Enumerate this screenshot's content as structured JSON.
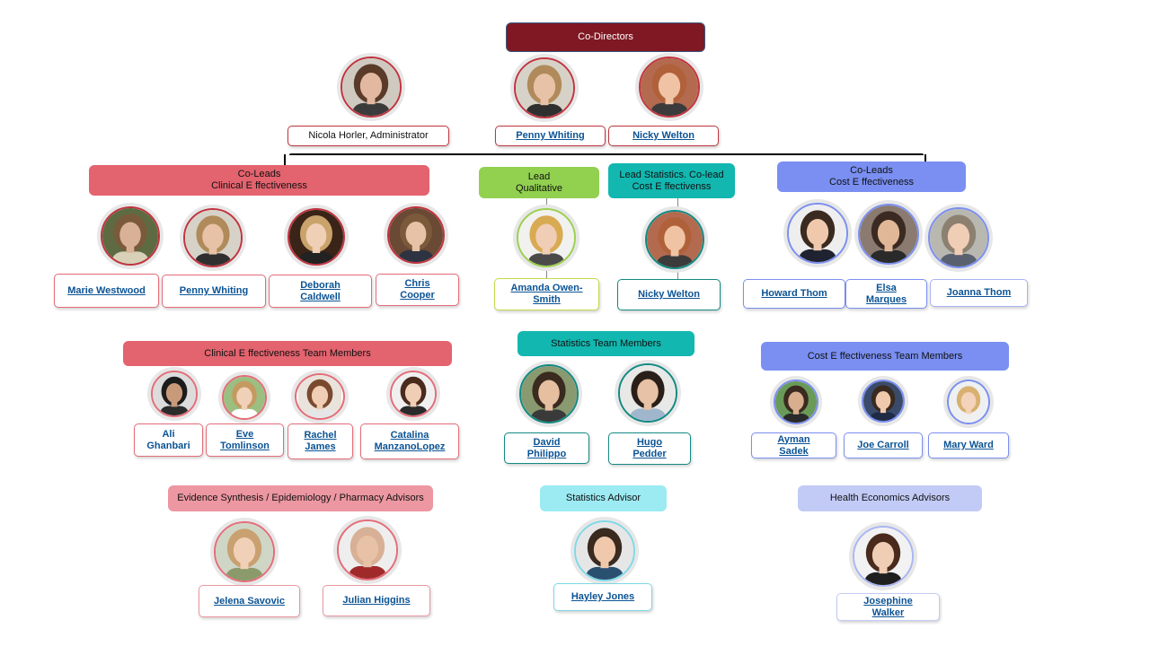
{
  "colors": {
    "co_directors": "#7f1823",
    "clinical": "#e3636e",
    "qualitative": "#92d050",
    "statistics": "#12b7b0",
    "cost": "#7a8ff1",
    "evidence_advisors": "#ec97a1",
    "stats_advisor": "#9ceaf2",
    "health_advisors": "#c2cbf6"
  },
  "headers": {
    "co_directors": "Co-Directors",
    "clinical_leads": [
      "Co-Leads",
      "Clinical E ffectiveness"
    ],
    "qualitative_lead": [
      "Lead",
      "Qualitative"
    ],
    "stats_lead": [
      "Lead Statistics. Co-lead",
      "Cost E ffectivenss"
    ],
    "cost_leads": [
      "Co-Leads",
      "Cost E ffectiveness"
    ],
    "clinical_team": "Clinical E ffectiveness Team Members",
    "stats_team": "Statistics Team Members",
    "cost_team": "Cost E ffectiveness Team Members",
    "evidence_advisors": "Evidence Synthesis / Epidemiology / Pharmacy Advisors",
    "stats_advisor": "Statistics Advisor",
    "health_advisors": "Health Economics Advisors"
  },
  "people": {
    "administrator": [
      "Nicola Horler, Administrator"
    ],
    "co_director_1": [
      "Penny Whiting"
    ],
    "co_director_2": [
      "Nicky Welton"
    ],
    "clinical_lead_1": [
      "Marie Westwood"
    ],
    "clinical_lead_2": [
      "Penny Whiting"
    ],
    "clinical_lead_3": [
      "Deborah",
      "Caldwell"
    ],
    "clinical_lead_4": [
      "Chris",
      "Cooper"
    ],
    "qualitative_lead": [
      "Amanda Owen-",
      "Smith"
    ],
    "stats_lead": [
      "Nicky Welton"
    ],
    "cost_lead_1": [
      "Howard Thom"
    ],
    "cost_lead_2": [
      "Elsa",
      "Marques"
    ],
    "cost_lead_3": [
      "Joanna Thom"
    ],
    "clinical_member_1": [
      "Ali",
      "Ghanbari"
    ],
    "clinical_member_2": [
      "Eve",
      "Tomlinson"
    ],
    "clinical_member_3": [
      "Rachel",
      "James"
    ],
    "clinical_member_4": [
      "Catalina",
      "ManzanoLopez"
    ],
    "stats_member_1": [
      "David",
      "Philippo"
    ],
    "stats_member_2": [
      "Hugo",
      "Pedder"
    ],
    "cost_member_1": [
      "Ayman",
      "Sadek"
    ],
    "cost_member_2": [
      "Joe Carroll"
    ],
    "cost_member_3": [
      "Mary Ward"
    ],
    "evidence_advisor_1": [
      "Jelena Savovic"
    ],
    "evidence_advisor_2": [
      "Julian Higgins"
    ],
    "stats_advisor": [
      "Hayley Jones"
    ],
    "health_advisor": [
      "Josephine",
      "Walker"
    ]
  }
}
